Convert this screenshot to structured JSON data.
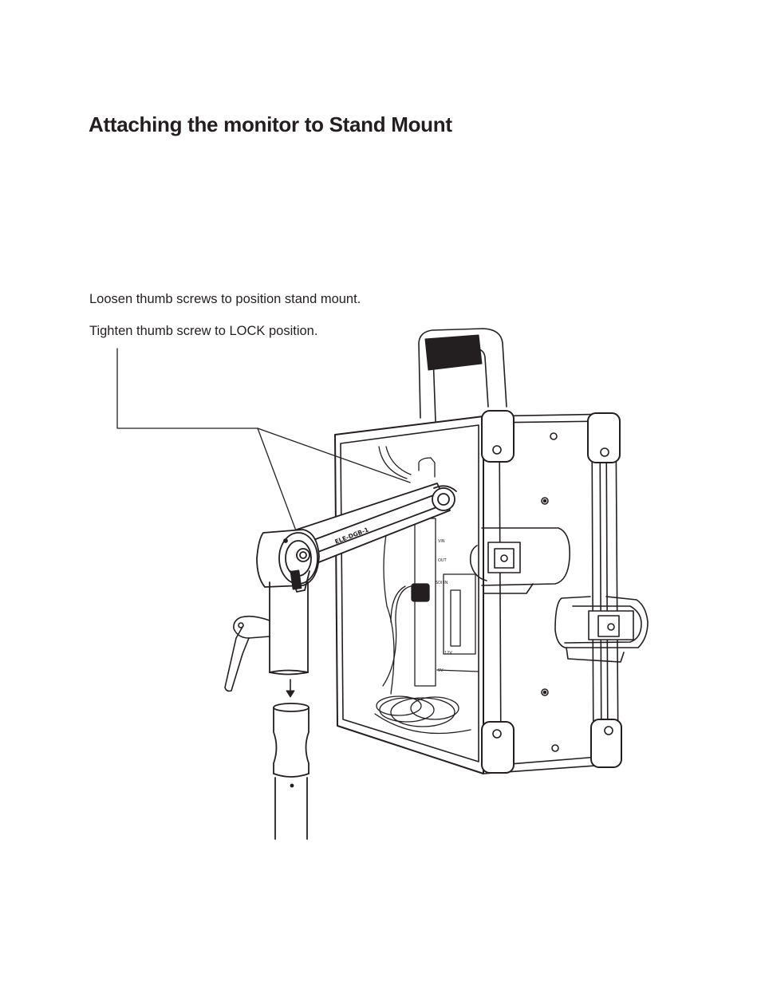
{
  "page": {
    "title": "Attaching the monitor to Stand Mount",
    "instructions": [
      "Loosen thumb screws to position stand mount.",
      "Tighten thumb screw to LOCK position."
    ]
  },
  "illustration": {
    "arm_label": "ELE-DGB-1",
    "port_labels": [
      "VIN",
      "OUT",
      "SDI IN",
      "12V",
      "5V"
    ]
  },
  "colors": {
    "text": "#231f20",
    "line": "#231f20",
    "background": "#ffffff"
  }
}
